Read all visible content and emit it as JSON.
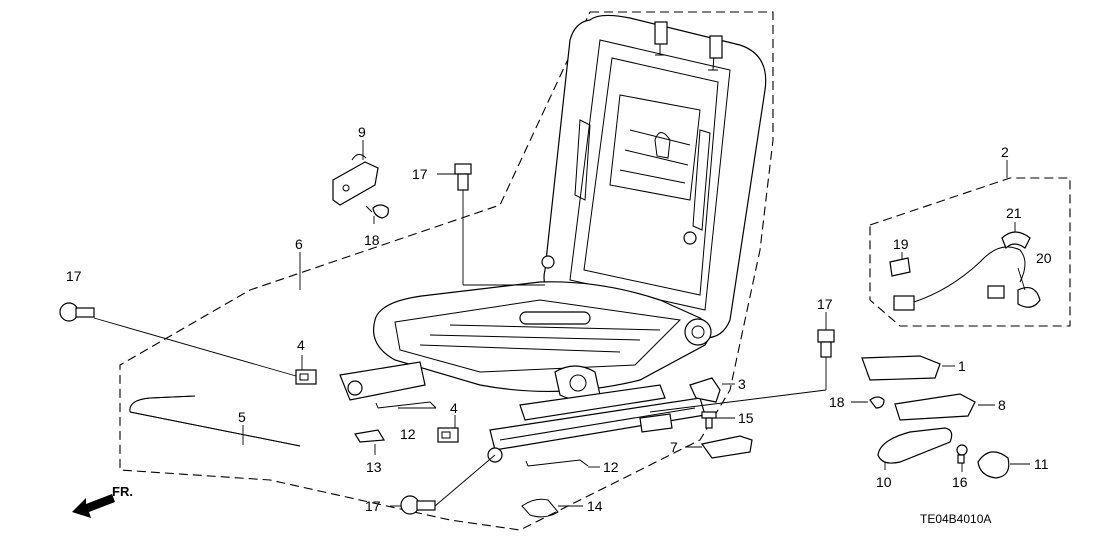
{
  "diagram": {
    "callouts": [
      {
        "id": "c1",
        "label": "1"
      },
      {
        "id": "c2",
        "label": "2"
      },
      {
        "id": "c3",
        "label": "3"
      },
      {
        "id": "c4a",
        "label": "4"
      },
      {
        "id": "c4b",
        "label": "4"
      },
      {
        "id": "c5",
        "label": "5"
      },
      {
        "id": "c6",
        "label": "6"
      },
      {
        "id": "c7",
        "label": "7"
      },
      {
        "id": "c8",
        "label": "8"
      },
      {
        "id": "c9",
        "label": "9"
      },
      {
        "id": "c10",
        "label": "10"
      },
      {
        "id": "c11",
        "label": "11"
      },
      {
        "id": "c12a",
        "label": "12"
      },
      {
        "id": "c12b",
        "label": "12"
      },
      {
        "id": "c13",
        "label": "13"
      },
      {
        "id": "c14",
        "label": "14"
      },
      {
        "id": "c15",
        "label": "15"
      },
      {
        "id": "c16",
        "label": "16"
      },
      {
        "id": "c17a",
        "label": "17"
      },
      {
        "id": "c17b",
        "label": "17"
      },
      {
        "id": "c17c",
        "label": "17"
      },
      {
        "id": "c17d",
        "label": "17"
      },
      {
        "id": "c18a",
        "label": "18"
      },
      {
        "id": "c18b",
        "label": "18"
      },
      {
        "id": "c19",
        "label": "19"
      },
      {
        "id": "c20",
        "label": "20"
      },
      {
        "id": "c21",
        "label": "21"
      }
    ],
    "direction_label": "FR.",
    "drawing_code": "TE04B4010A"
  }
}
